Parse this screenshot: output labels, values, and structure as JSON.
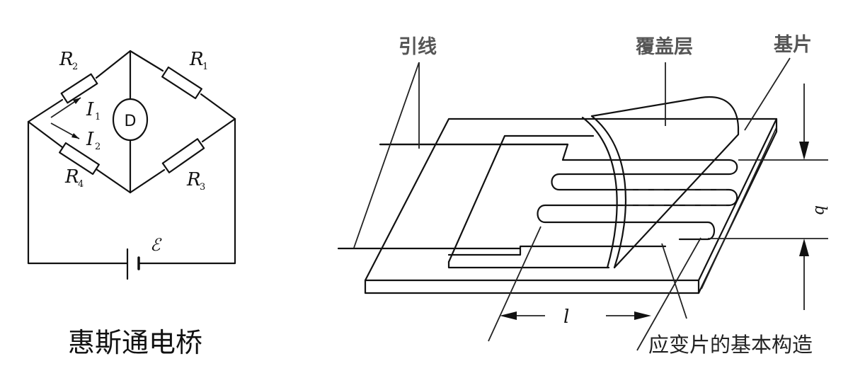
{
  "wheatstone": {
    "caption": "惠斯通电桥",
    "labels": {
      "r_top_left": "R",
      "r_top_left_sub": "2",
      "r_top_right": "R",
      "r_top_right_sub": "1",
      "r_bottom_left": "R",
      "r_bottom_left_sub": "4",
      "r_bottom_right": "R",
      "r_bottom_right_sub": "3",
      "current_1": "I",
      "current_1_sub": "1",
      "current_2": "I",
      "current_2_sub": "2",
      "detector": "D",
      "emf": "ℰ"
    }
  },
  "strain_gauge": {
    "caption": "应变片的基本构造",
    "labels": {
      "lead_wire": "引线",
      "cover_layer": "覆盖层",
      "substrate": "基片",
      "length": "l",
      "width": "b"
    }
  }
}
